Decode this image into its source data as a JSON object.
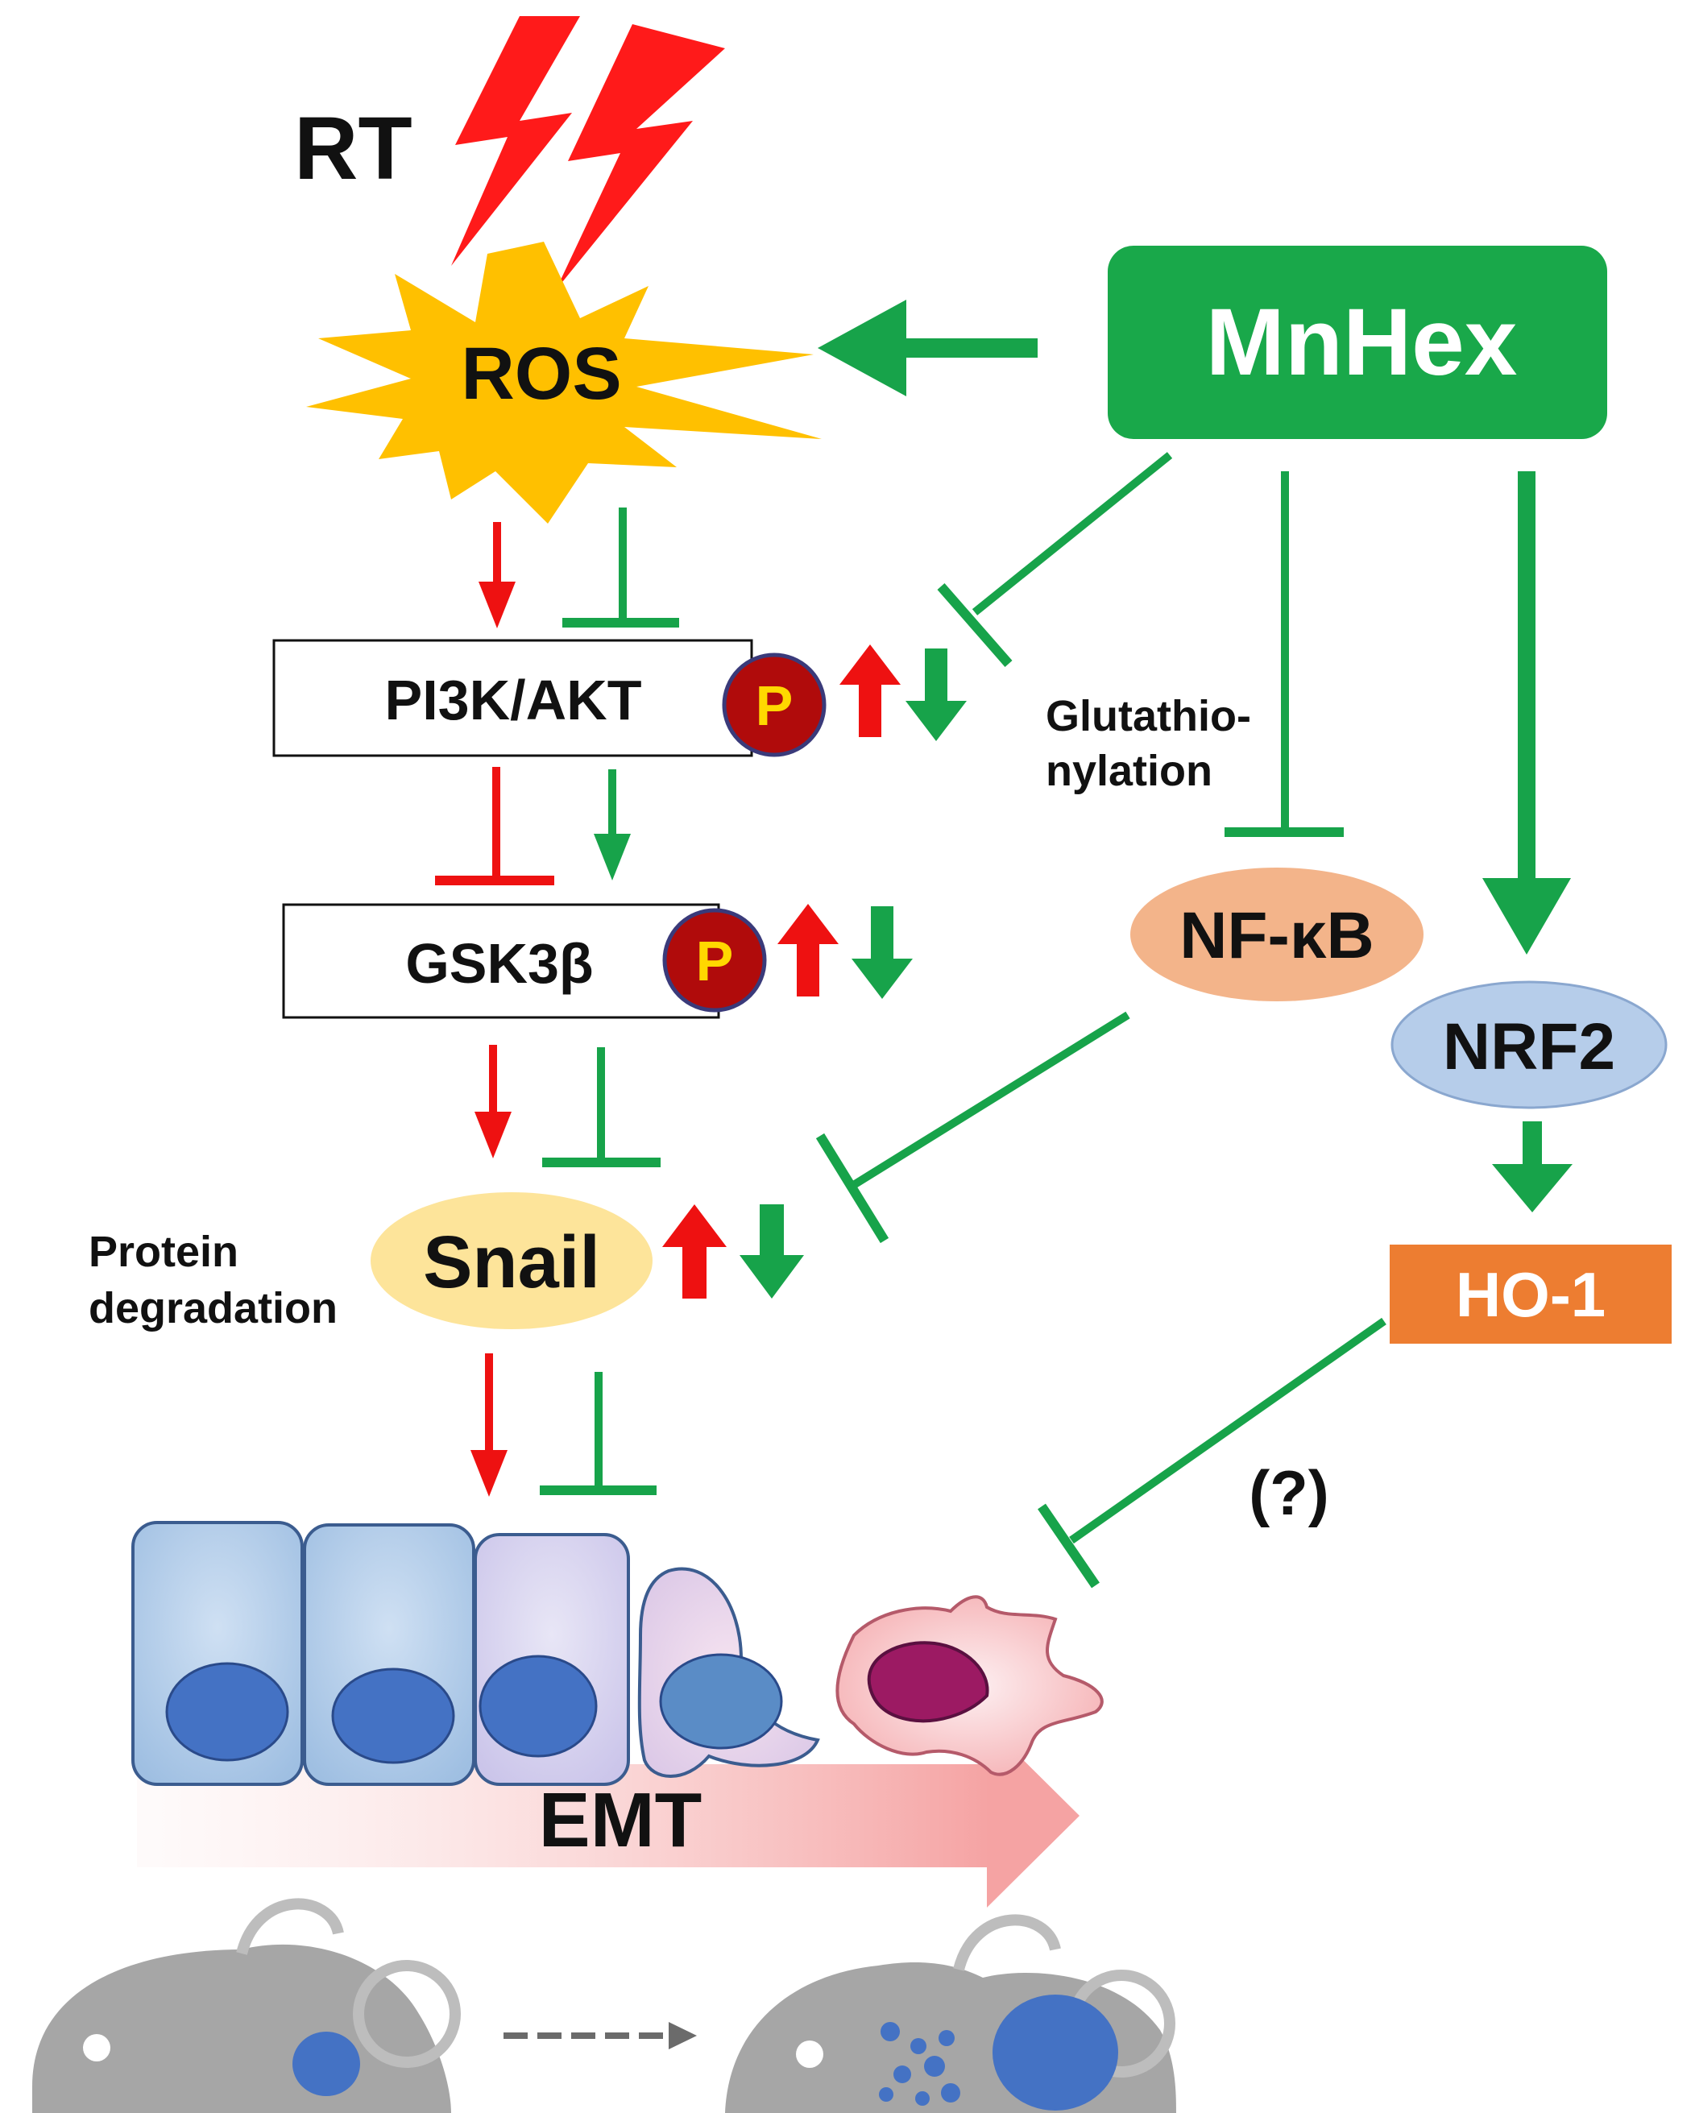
{
  "labels": {
    "rt": "RT",
    "ros": "ROS",
    "mnhex": "MnHex",
    "pi3k_akt": "PI3K/AKT",
    "gsk3b": "GSK3β",
    "snail": "Snail",
    "nfkb": "NF-κB",
    "nrf2": "NRF2",
    "ho1": "HO-1",
    "glutathionylation_line1": "Glutathio-",
    "glutathionylation_line2": "nylation",
    "protein_degradation_line1": "Protein",
    "protein_degradation_line2": "degradation",
    "uncertain": "(?)",
    "emt": "EMT",
    "phospho": "P"
  },
  "colors": {
    "promote_red": "#ee1111",
    "inhibit_green": "#17a34a",
    "mnhex_fill": "#19a84a",
    "ros_burst": "#ffc000",
    "lightning": "#ff1a1a",
    "nfkb_fill": "#f3b48a",
    "nrf2_fill": "#b6cdea",
    "ho1_fill": "#ed7d31",
    "snail_fill": "#fde49a",
    "phospho_fill": "#b00b0b",
    "nucleus": "#4472c4",
    "mesenchymal_nucleus": "#9c1a63",
    "mouse_grey": "#a6a6a6"
  },
  "icons": [
    "lightning-icon",
    "ros-burst-icon",
    "phospho-icon",
    "up-arrow-icon",
    "down-arrow-icon",
    "epithelial-cell-icon",
    "mesenchymal-cell-icon",
    "mouse-icon"
  ]
}
